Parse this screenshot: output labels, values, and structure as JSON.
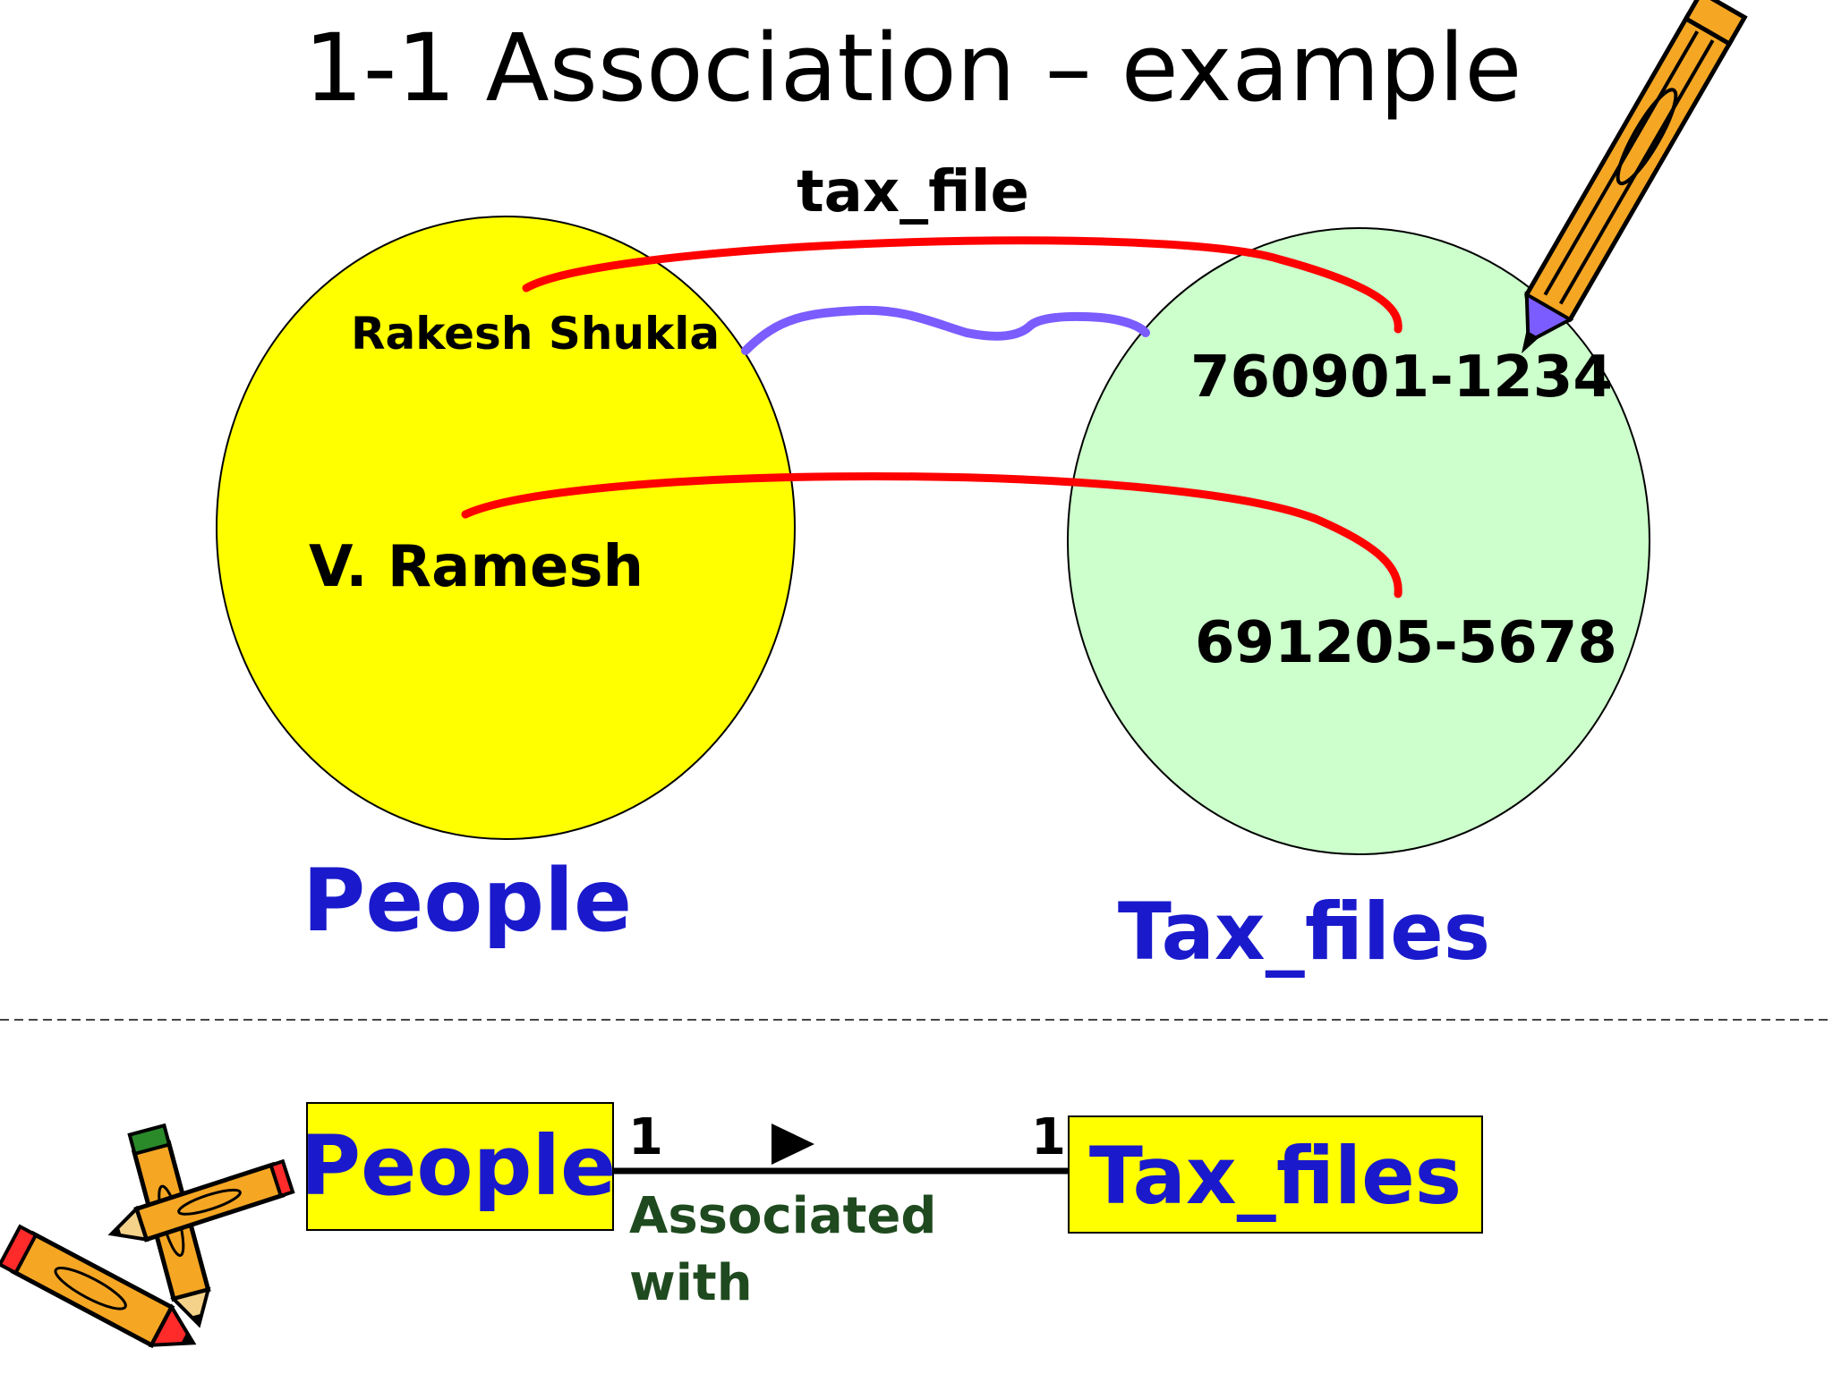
{
  "slide": {
    "title": "1-1 Association – example",
    "relation_label": "tax_file"
  },
  "people_set": {
    "name": "People",
    "members": [
      "Rakesh Shukla",
      "V. Ramesh"
    ],
    "fill": "#ffff00"
  },
  "tax_set": {
    "name": "Tax_files",
    "members": [
      "760901-1234",
      "691205-5678"
    ],
    "fill": "#ccffcc"
  },
  "links": [
    {
      "from": "Rakesh Shukla",
      "to": "760901-1234",
      "color": "#ff0000"
    },
    {
      "from": "V. Ramesh",
      "to": "691205-5678",
      "color": "#ff0000"
    }
  ],
  "uml": {
    "left_class": "People",
    "right_class": "Tax_files",
    "left_multiplicity": "1",
    "right_multiplicity": "1",
    "association_line1": "Associated",
    "association_line2": "with",
    "direction_marker": "▶",
    "box_fill": "#ffff00",
    "class_text_color": "#1a1acc",
    "assoc_text_color": "#1f4a1f"
  },
  "colors": {
    "set_label": "#1a1acc",
    "link": "#ff0000",
    "wavy": "#7b5cff"
  },
  "icons": {
    "pencil_top_right": "pencil-icon",
    "pencils_bottom_left": "crossed-pencils-icon"
  }
}
